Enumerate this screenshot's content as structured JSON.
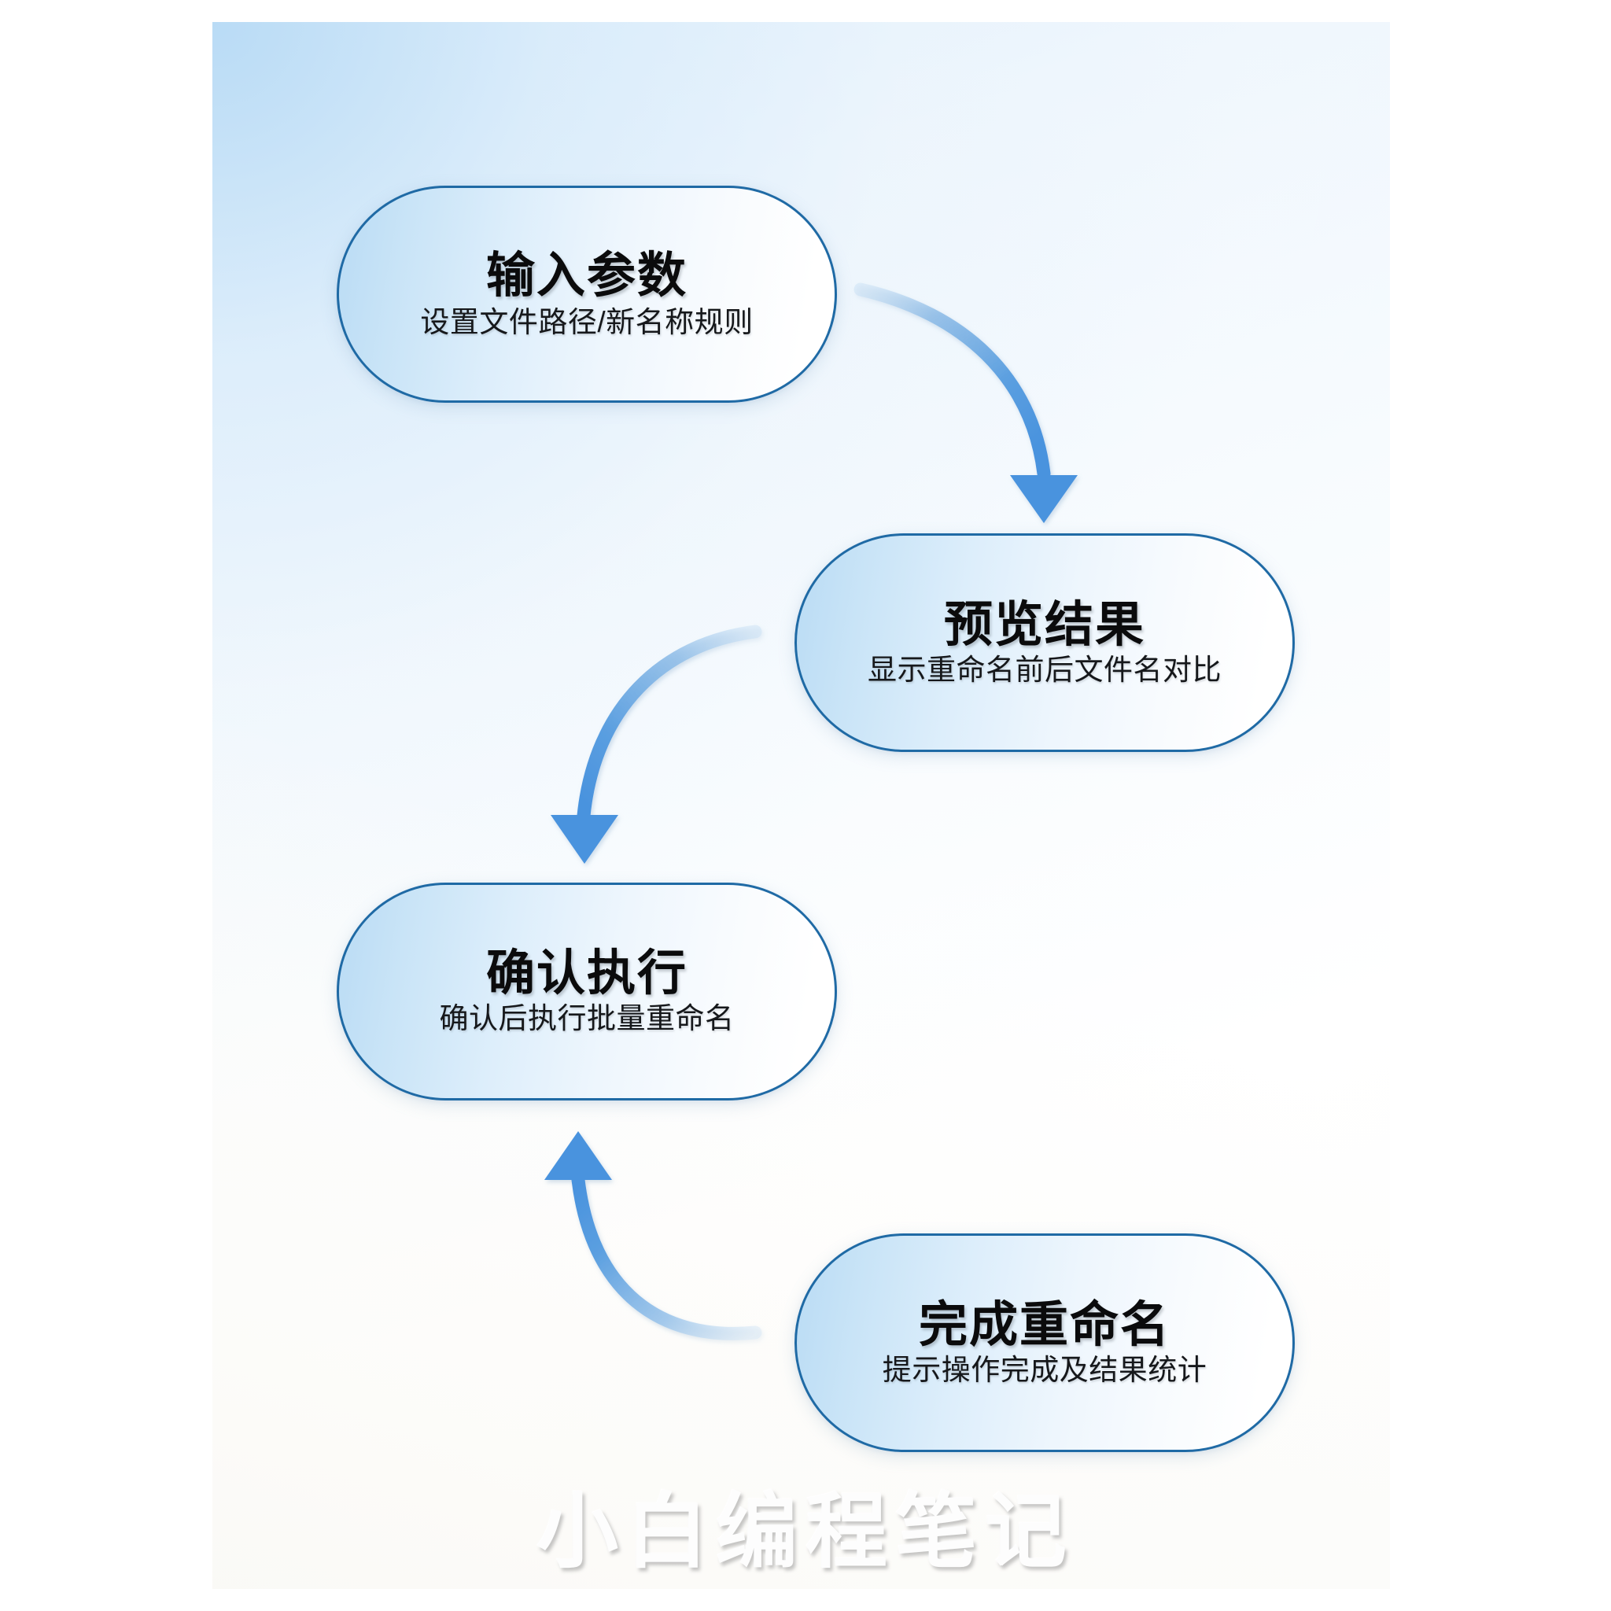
{
  "diagram": {
    "title_watermark": "小白编程笔记",
    "accent_color": "#1f6aa5",
    "arrow_color": "#4a93de",
    "node_fill_start": "#b9dbf4",
    "node_fill_end": "#ffffff",
    "canvas_bg_start": "#dceefb",
    "canvas_bg_end": "#ffffff",
    "nodes": [
      {
        "id": "input-params",
        "title": "输入参数",
        "subtitle": "设置文件路径/新名称规则"
      },
      {
        "id": "preview-result",
        "title": "预览结果",
        "subtitle": "显示重命名前后文件名对比"
      },
      {
        "id": "confirm-execute",
        "title": "确认执行",
        "subtitle": "确认后执行批量重命名"
      },
      {
        "id": "finish-rename",
        "title": "完成重命名",
        "subtitle": "提示操作完成及结果统计"
      }
    ],
    "connectors": [
      {
        "id": "c1",
        "from": "input-params",
        "to": "preview-result",
        "direction": "down-right",
        "label": ""
      },
      {
        "id": "c2",
        "from": "preview-result",
        "to": "confirm-execute",
        "direction": "down-left",
        "label": ""
      },
      {
        "id": "c3",
        "from": "finish-rename",
        "to": "confirm-execute",
        "direction": "up-left",
        "label": ""
      }
    ]
  }
}
